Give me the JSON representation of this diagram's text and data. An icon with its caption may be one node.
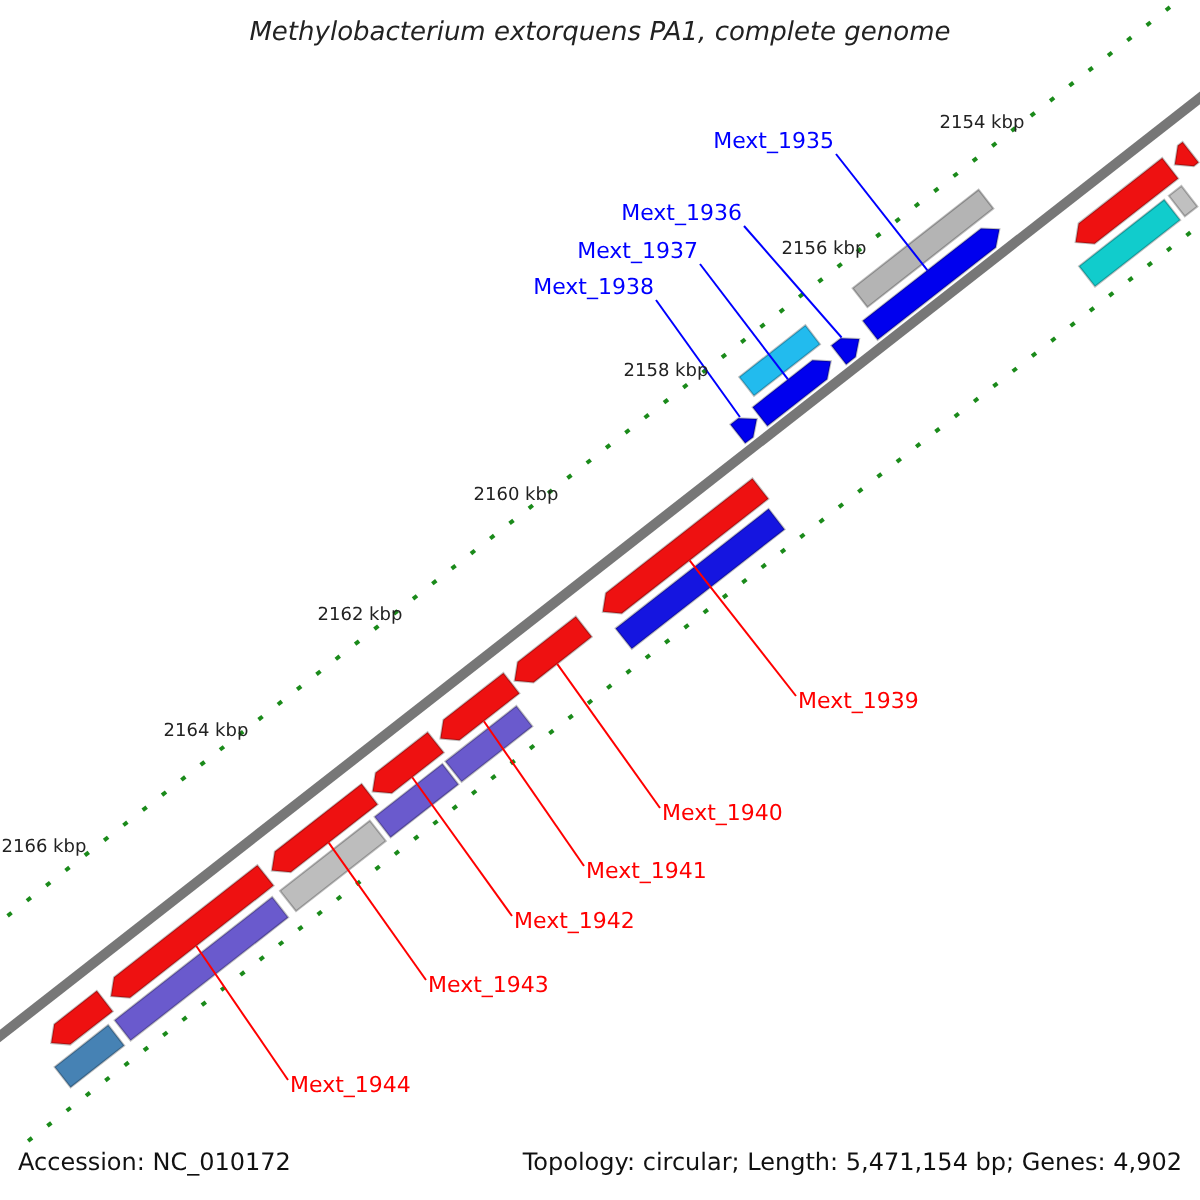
{
  "diagram": {
    "title": "Methylobacterium extorquens PA1, complete genome",
    "nodes": [
      {
        "text": [
          "Mext_1935"
        ]
      },
      {
        "text": [
          "Mext_1936"
        ]
      },
      {
        "text": [
          "Mext_1937"
        ]
      },
      {
        "text": [
          "Mext_1938"
        ]
      },
      {
        "text": [
          "Mext_1939"
        ]
      },
      {
        "text": [
          "Mext_1940"
        ]
      },
      {
        "text": [
          "Mext_1941"
        ]
      },
      {
        "text": [
          "Mext_1942"
        ]
      },
      {
        "text": [
          "Mext_1943"
        ]
      },
      {
        "text": [
          "Mext_1944"
        ]
      },
      {
        "text": [],
        "shape": "arrow"
      },
      {
        "text": [],
        "shape": "arrow"
      },
      {
        "text": [],
        "shape": "arrow"
      },
      {
        "text": [],
        "shape": "arrow"
      },
      {
        "text": [],
        "shape": "arrow"
      },
      {
        "text": [],
        "shape": "arrow"
      },
      {
        "text": [],
        "shape": "arrow"
      },
      {
        "text": [],
        "shape": "arrow"
      },
      {
        "text": [],
        "shape": "arrow"
      },
      {
        "text": [],
        "shape": "arrow"
      },
      {
        "text": [],
        "shape": "bar"
      },
      {
        "text": [],
        "shape": "arrow"
      },
      {
        "text": [],
        "shape": "bar"
      },
      {
        "text": [],
        "shape": "bar"
      },
      {
        "text": [],
        "shape": "bar"
      },
      {
        "text": [],
        "shape": "bar"
      },
      {
        "text": [],
        "shape": "bar"
      },
      {
        "text": [],
        "shape": "bar"
      },
      {
        "text": [],
        "shape": "bar"
      },
      {
        "text": [],
        "shape": "bar"
      },
      {
        "text": [],
        "shape": "arrow"
      },
      {
        "text": [],
        "shape": "bar"
      },
      {
        "text": [],
        "shape": "arrow"
      }
    ],
    "edges": [
      {
        "from": 0,
        "to": 10,
        "arrow": "none",
        "color": "#0000ff"
      },
      {
        "from": 1,
        "to": 11,
        "arrow": "none",
        "color": "#0000ff"
      },
      {
        "from": 2,
        "to": 12,
        "arrow": "none",
        "color": "#0000ff"
      },
      {
        "from": 3,
        "to": 13,
        "arrow": "none",
        "color": "#0000ff"
      },
      {
        "from": 4,
        "to": 14,
        "arrow": "none"
      },
      {
        "from": 5,
        "to": 15,
        "arrow": "none"
      },
      {
        "from": 6,
        "to": 16,
        "arrow": "none"
      },
      {
        "from": 7,
        "to": 17,
        "arrow": "none"
      },
      {
        "from": 8,
        "to": 18,
        "arrow": "none"
      },
      {
        "from": 9,
        "to": 19,
        "arrow": "none"
      }
    ],
    "labels": [
      "2154 kbp",
      "2156 kbp",
      "2158 kbp",
      "2160 kbp",
      "2162 kbp",
      "2164 kbp",
      "2166 kbp",
      "Accession: NC_010172",
      "Topology: circular; Length: 5,471,154 bp; Genes: 4,902"
    ]
  }
}
